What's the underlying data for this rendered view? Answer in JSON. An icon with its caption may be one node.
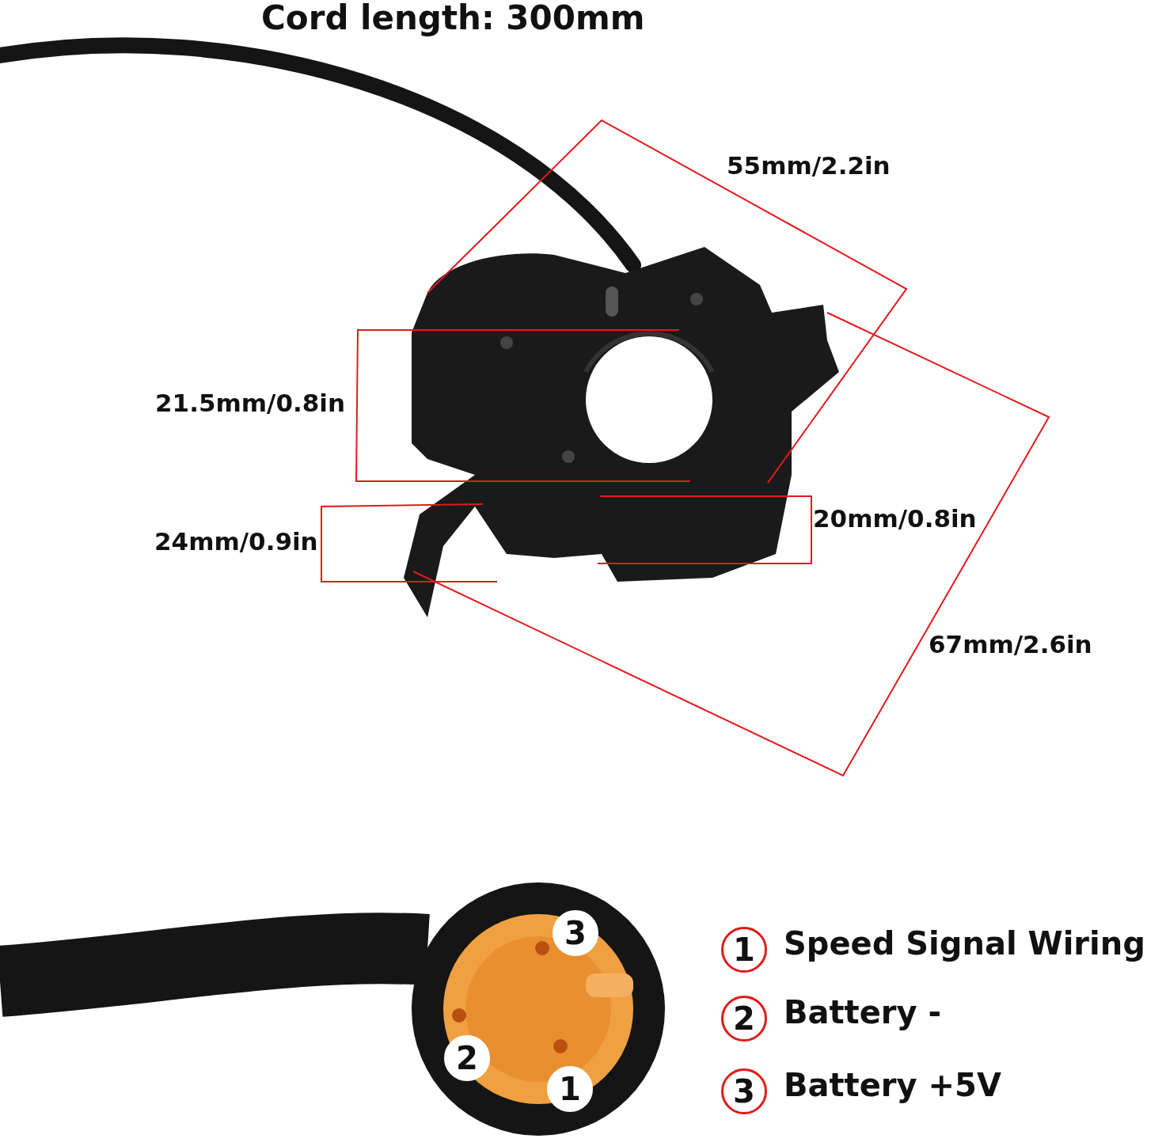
{
  "diagram": {
    "title": "Cord length: 300mm",
    "labels": [
      "55mm/2.2in",
      "21.5mm/0.8in",
      "20mm/0.8in",
      "24mm/0.9in",
      "67mm/2.6in",
      "3",
      "2",
      "1",
      "1",
      "Speed Signal Wiring",
      "2",
      "Battery -",
      "3",
      "Battery +5V"
    ]
  }
}
